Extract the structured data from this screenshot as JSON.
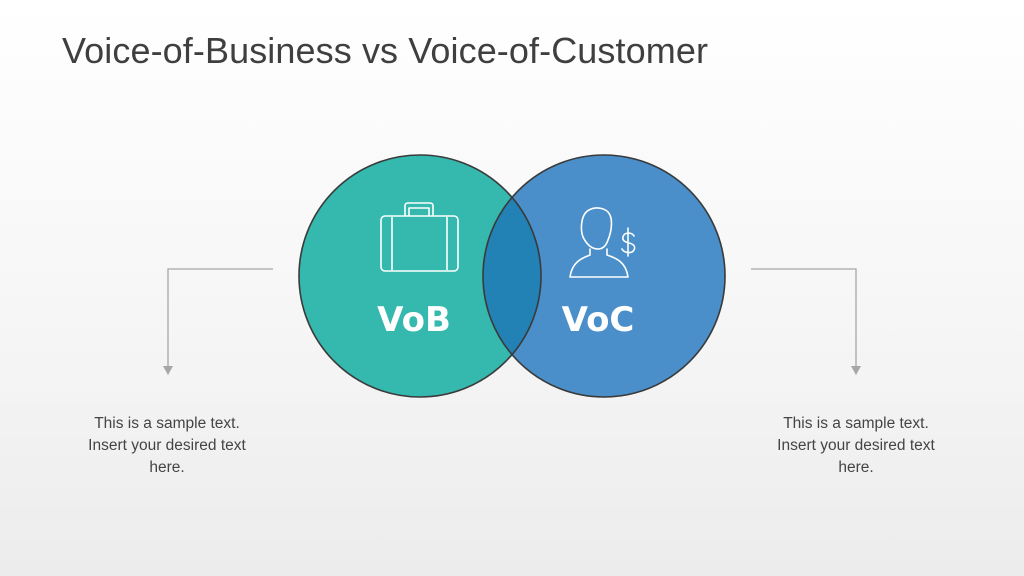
{
  "title": "Voice-of-Business vs Voice-of-Customer",
  "colors": {
    "vob": "#35b8ae",
    "voc": "#4a8fca",
    "overlap": "#2281b5",
    "outline": "#3a3a3a",
    "connector": "#a6a6a6",
    "icon_stroke": "#ffffff"
  },
  "circles": {
    "left": {
      "label": "VoB",
      "icon": "briefcase-icon"
    },
    "right": {
      "label": "VoC",
      "icon": "person-dollar-icon"
    }
  },
  "captions": {
    "left": [
      "This is a sample text.",
      "Insert your desired text",
      "here."
    ],
    "right": [
      "This is a sample text.",
      "Insert your desired text",
      "here."
    ]
  }
}
